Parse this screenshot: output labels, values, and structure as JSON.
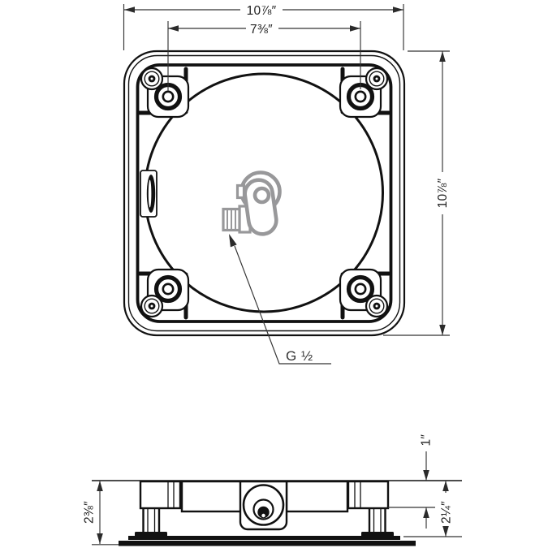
{
  "dims": {
    "overall_width": "10⅞″",
    "hole_spacing": "7⅜″",
    "overall_height": "10⅞″",
    "connection_thread": "G ½",
    "housing_depth": "1″",
    "depth_to_rail": "2¼″",
    "total_depth": "2⅜″"
  },
  "colors": {
    "line": "#111111",
    "dimension": "#333333",
    "connector_gray": "#98989a",
    "background": "#ffffff"
  }
}
